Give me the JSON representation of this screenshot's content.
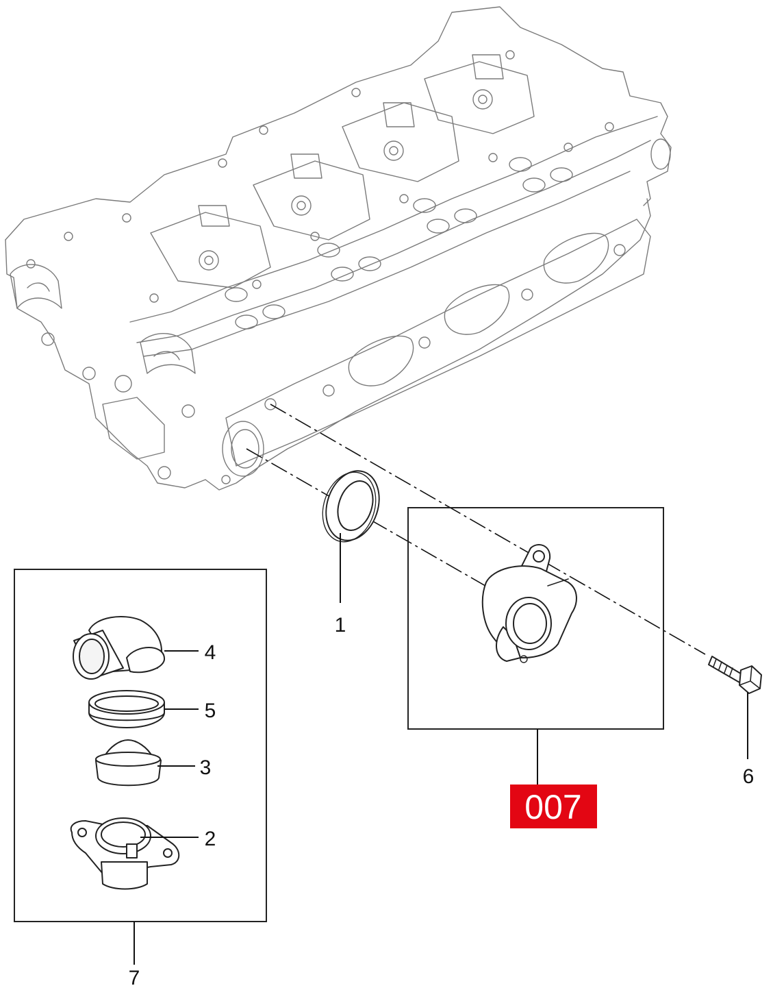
{
  "callouts": {
    "c1": "1",
    "c2": "2",
    "c3": "3",
    "c4": "4",
    "c5": "5",
    "c6": "6",
    "c7": "7"
  },
  "badge": {
    "label": "007",
    "color": "#e30613"
  }
}
